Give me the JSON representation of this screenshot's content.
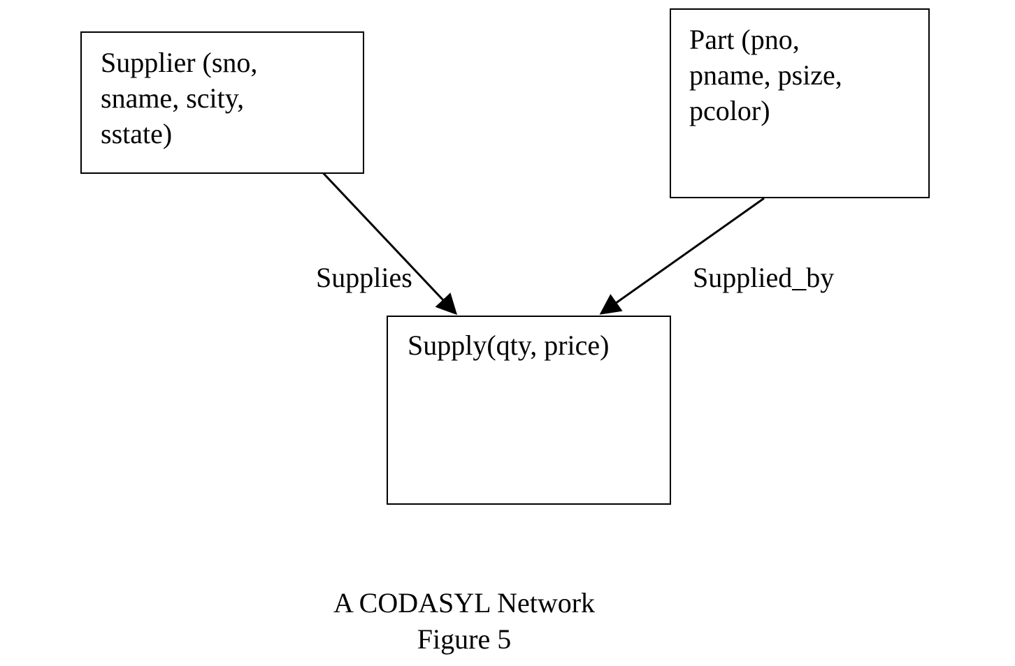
{
  "diagram": {
    "nodes": {
      "supplier": {
        "label": "Supplier (sno,\nsname, scity,\nsstate)"
      },
      "part": {
        "label": "Part (pno,\npname, psize,\npcolor)"
      },
      "supply": {
        "label": "Supply(qty, price)"
      }
    },
    "edges": [
      {
        "from": "supplier",
        "to": "supply",
        "label": "Supplies"
      },
      {
        "from": "part",
        "to": "supply",
        "label": "Supplied_by"
      }
    ],
    "caption": {
      "title": "A CODASYL Network",
      "figure": "Figure 5"
    }
  }
}
